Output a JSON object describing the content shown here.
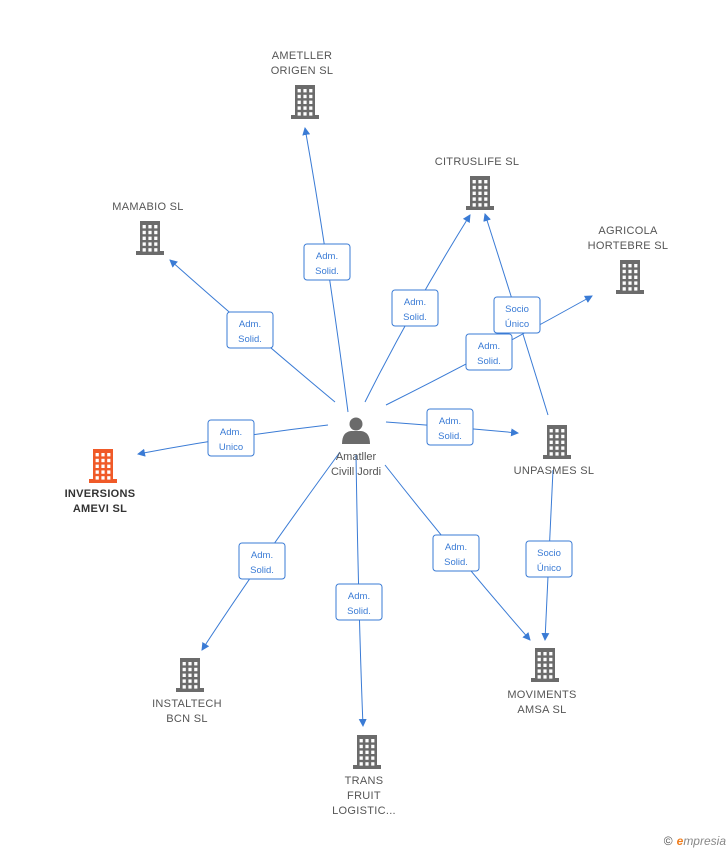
{
  "person": {
    "lines": [
      "Amatller",
      "Civill Jordi"
    ]
  },
  "companies": [
    {
      "id": "ametller",
      "lines": [
        "AMETLLER",
        "ORIGEN  SL"
      ],
      "focus": false
    },
    {
      "id": "citruslife",
      "lines": [
        "CITRUSLIFE  SL"
      ],
      "focus": false
    },
    {
      "id": "mamabio",
      "lines": [
        "MAMABIO  SL"
      ],
      "focus": false
    },
    {
      "id": "agricola",
      "lines": [
        "AGRICOLA",
        "HORTEBRE  SL"
      ],
      "focus": false
    },
    {
      "id": "inversions",
      "lines": [
        "INVERSIONS",
        "AMEVI  SL"
      ],
      "focus": true
    },
    {
      "id": "unpasmes",
      "lines": [
        "UNPASMES SL"
      ],
      "focus": false
    },
    {
      "id": "instaltech",
      "lines": [
        "INSTALTECH",
        "BCN SL"
      ],
      "focus": false
    },
    {
      "id": "moviments",
      "lines": [
        "MOVIMENTS",
        "AMSA SL"
      ],
      "focus": false
    },
    {
      "id": "transfruit",
      "lines": [
        "TRANS",
        "FRUIT",
        "LOGISTIC..."
      ],
      "focus": false
    }
  ],
  "edges": [
    {
      "from": "person",
      "to": "ametller",
      "label": [
        "Adm.",
        "Solid."
      ]
    },
    {
      "from": "person",
      "to": "mamabio",
      "label": [
        "Adm.",
        "Solid."
      ]
    },
    {
      "from": "person",
      "to": "citruslife",
      "label": [
        "Adm.",
        "Solid."
      ]
    },
    {
      "from": "person",
      "to": "agricola",
      "label": [
        "Adm.",
        "Solid."
      ]
    },
    {
      "from": "person",
      "to": "inversions",
      "label": [
        "Adm.",
        "Unico"
      ]
    },
    {
      "from": "person",
      "to": "unpasmes",
      "label": [
        "Adm.",
        "Solid."
      ]
    },
    {
      "from": "person",
      "to": "instaltech",
      "label": [
        "Adm.",
        "Solid."
      ]
    },
    {
      "from": "person",
      "to": "transfruit",
      "label": [
        "Adm.",
        "Solid."
      ]
    },
    {
      "from": "person",
      "to": "moviments",
      "label": [
        "Adm.",
        "Solid."
      ]
    },
    {
      "from": "unpasmes",
      "to": "citruslife",
      "label": [
        "Socio",
        "Único"
      ]
    },
    {
      "from": "unpasmes",
      "to": "moviments",
      "label": [
        "Socio",
        "Único"
      ]
    }
  ],
  "colors": {
    "edge": "#3a7bd5",
    "building": "#6b6b6b",
    "focus_building": "#f05a28",
    "person": "#6b6b6b"
  },
  "icons": {
    "company": "building-icon",
    "person": "person-icon"
  },
  "brand": {
    "copyright": "©",
    "initial": "e",
    "rest": "mpresia"
  }
}
